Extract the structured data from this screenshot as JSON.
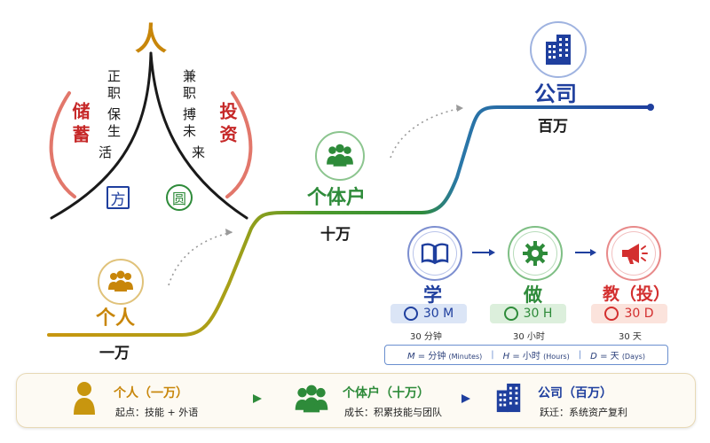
{
  "figure": {
    "person_char": "人",
    "left_lines": [
      "正职",
      "保生",
      "活"
    ],
    "right_lines": [
      "兼职",
      "搏未",
      "来"
    ],
    "savings": "储蓄",
    "invest": "投资",
    "square_char": "方",
    "round_char": "圆"
  },
  "stages": {
    "individual": {
      "label": "个人",
      "amount": "一万"
    },
    "self_employed": {
      "label": "个体户",
      "amount": "十万"
    },
    "company": {
      "label": "公司",
      "amount": "百万"
    }
  },
  "cycle": {
    "learn": {
      "label": "学",
      "time": "30 M",
      "caption": "30 分钟",
      "color": "#1f3f9e"
    },
    "do": {
      "label": "做",
      "time": "30 H",
      "caption": "30 小时",
      "color": "#2e8b3a"
    },
    "teach": {
      "label": "教（投）",
      "time": "30 D",
      "caption": "30 天",
      "color": "#d32f2f"
    },
    "arrow": "→",
    "units": [
      {
        "abbr": "M",
        "eq": "= 分钟",
        "en": "(Minutes)"
      },
      {
        "abbr": "H",
        "eq": "= 小时",
        "en": "(Hours)"
      },
      {
        "abbr": "D",
        "eq": "= 天",
        "en": "(Days)"
      }
    ],
    "sep": "|"
  },
  "legend": [
    {
      "title": "个人（一万）",
      "desc": "起点：技能 + 外语",
      "title_color": "#c8860a"
    },
    {
      "title": "个体户（十万）",
      "desc": "成长：积累技能与团队",
      "title_color": "#2e8b3a"
    },
    {
      "title": "公司（百万）",
      "desc": "跃迁：系统资产复利",
      "title_color": "#1f3f9e"
    }
  ],
  "colors": {
    "gold": "#c8860a",
    "green": "#2e8b3a",
    "blue": "#1f3f9e",
    "red": "#d32f2f",
    "dark_red": "#b71c1c"
  },
  "icons": [
    "people-icon",
    "building-icon",
    "book-icon",
    "gear-icon",
    "megaphone-icon",
    "clock-icon",
    "person-icon"
  ]
}
